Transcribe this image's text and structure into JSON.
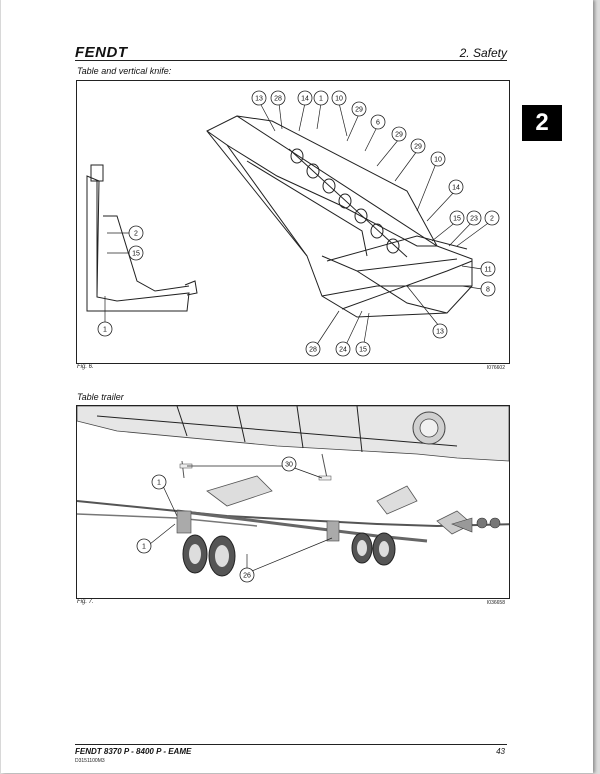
{
  "header": {
    "brand": "FENDT",
    "chapter": "2. Safety"
  },
  "chapter_tab": "2",
  "sections": [
    {
      "title": "Table and vertical knife:",
      "figure": "Fig. 6.",
      "image_code": "I076602"
    },
    {
      "title": "Table trailer",
      "figure": "Fig. 7.",
      "image_code": "I036658"
    }
  ],
  "fig6_callouts": [
    "13",
    "28",
    "14",
    "1",
    "10",
    "29",
    "6",
    "29",
    "29",
    "10",
    "14",
    "15",
    "23",
    "2",
    "11",
    "8",
    "13",
    "28",
    "24",
    "15",
    "2",
    "15",
    "1"
  ],
  "fig7_callouts": [
    "1",
    "30",
    "1",
    "26"
  ],
  "footer": {
    "model": "FENDT 8370 P - 8400 P - EAME",
    "doc_code": "D3151100M3",
    "page": "43"
  }
}
